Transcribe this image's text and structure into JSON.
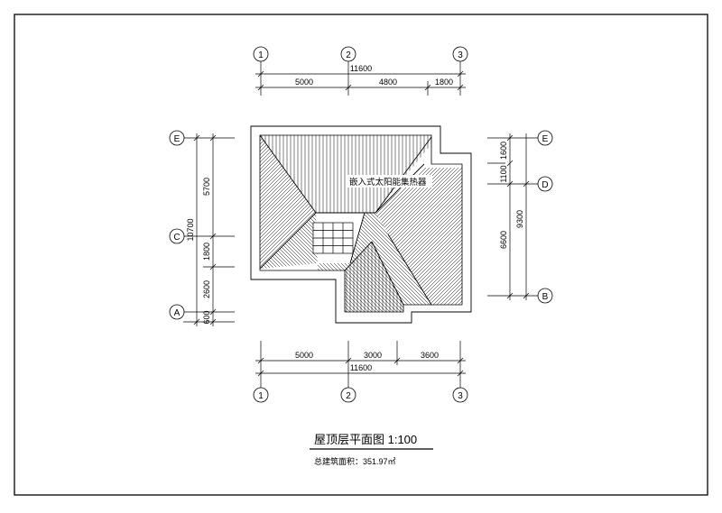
{
  "drawing": {
    "title": "屋顶层平面图 1:100",
    "area_note": "总建筑面积：351.97㎡",
    "annotation": "嵌入式太阳能集热器"
  },
  "axes": {
    "top": [
      "1",
      "2",
      "3"
    ],
    "bottom": [
      "1",
      "2",
      "3"
    ],
    "left": [
      "E",
      "C",
      "A"
    ],
    "right": [
      "E",
      "D",
      "B"
    ]
  },
  "dimensions": {
    "top_total": "11600",
    "top_segments": [
      "5000",
      "4800",
      "1800"
    ],
    "bottom_segments": [
      "5000",
      "3000",
      "3600"
    ],
    "bottom_total": "11600",
    "left_total": "10700",
    "left_segments": [
      "5700",
      "1800",
      "2600",
      "600"
    ],
    "right_total": "9300",
    "right_segments": [
      "1600",
      "1100",
      "6600"
    ]
  },
  "colors": {
    "line": "#000000",
    "paper": "#ffffff"
  }
}
